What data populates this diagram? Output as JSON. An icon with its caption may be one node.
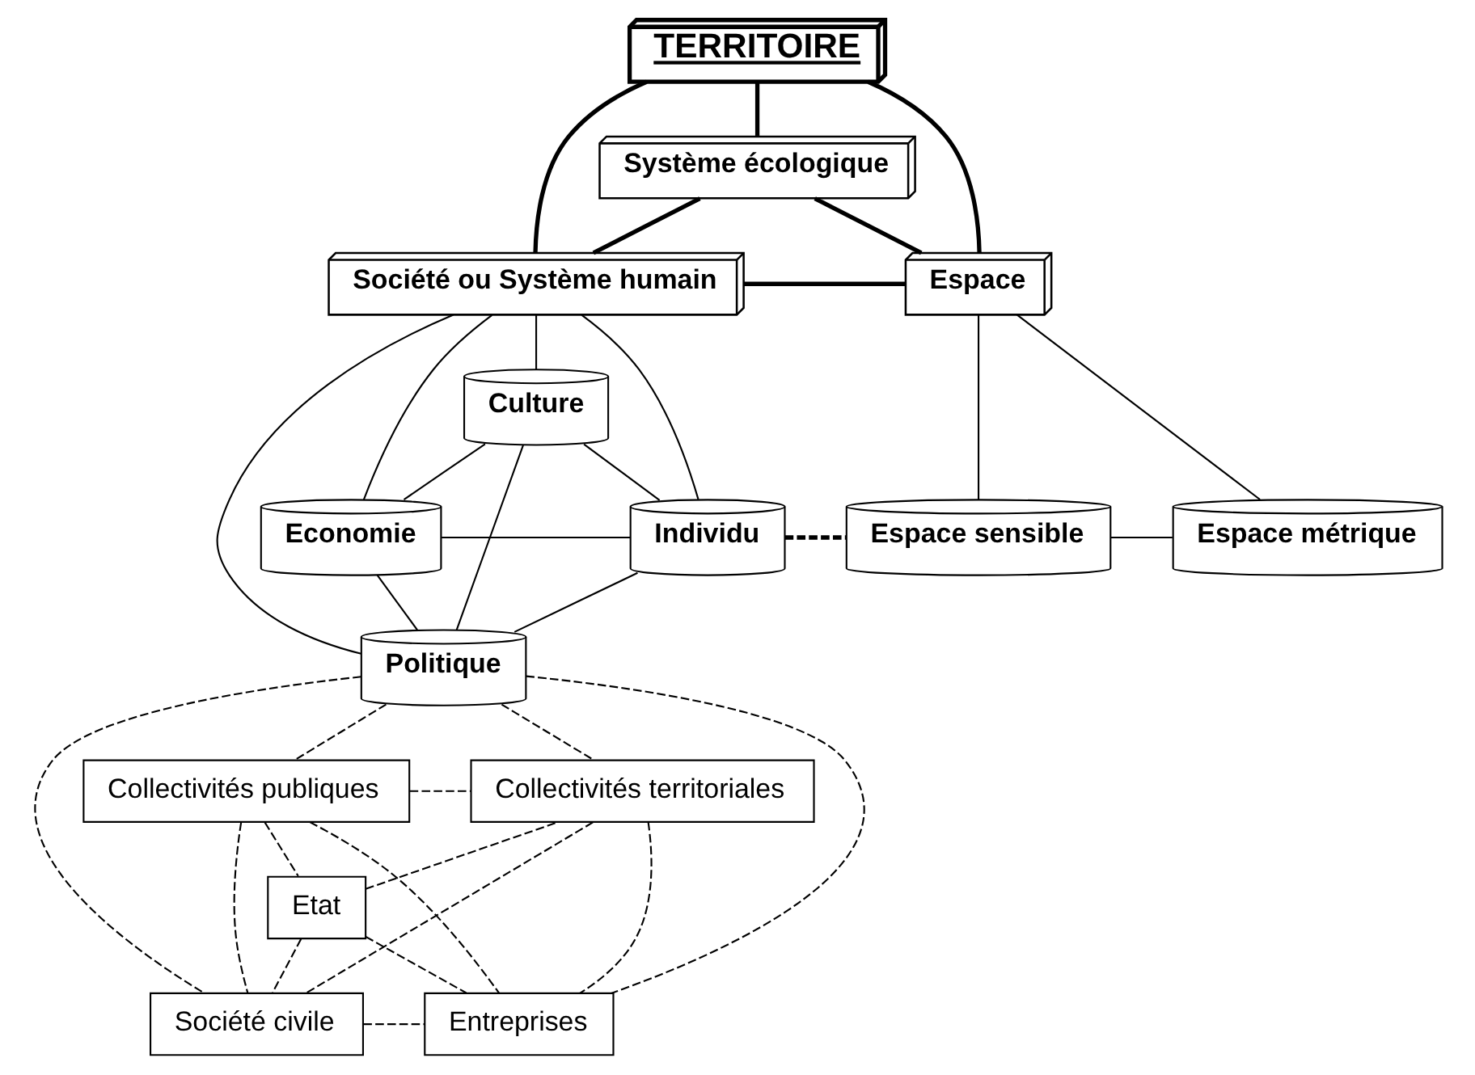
{
  "diagram": {
    "nodes": [
      {
        "text": [
          "TERRITOIRE"
        ]
      },
      {
        "text": [
          "Système écologique"
        ]
      },
      {
        "text": [
          "Société ou Système humain"
        ]
      },
      {
        "text": [
          "Espace"
        ]
      },
      {
        "text": [
          "Culture"
        ]
      },
      {
        "text": [
          "Economie"
        ]
      },
      {
        "text": [
          "Individu"
        ]
      },
      {
        "text": [
          "Politique"
        ]
      },
      {
        "text": [
          "Espace sensible"
        ]
      },
      {
        "text": [
          "Espace métrique"
        ]
      },
      {
        "text": [
          "Etat"
        ]
      },
      {
        "text": [
          "Collectivités publiques"
        ]
      },
      {
        "text": [
          "Collectivités territoriales"
        ]
      },
      {
        "text": [
          "Société civile"
        ]
      },
      {
        "text": [
          "Entreprises"
        ]
      }
    ],
    "edges": [
      {
        "from": 0,
        "to": 2,
        "arrow": "none",
        "style": "thick"
      },
      {
        "from": 0,
        "to": 1,
        "arrow": "none",
        "style": "thick"
      },
      {
        "from": 0,
        "to": 3,
        "arrow": "none",
        "style": "thick"
      },
      {
        "from": 1,
        "to": 2,
        "arrow": "none",
        "style": "thick"
      },
      {
        "from": 1,
        "to": 3,
        "arrow": "none",
        "style": "thick"
      },
      {
        "from": 2,
        "to": 3,
        "arrow": "none",
        "style": "thick"
      },
      {
        "from": 2,
        "to": 5,
        "arrow": "none"
      },
      {
        "from": 2,
        "to": 7,
        "arrow": "none"
      },
      {
        "from": 2,
        "to": 4,
        "arrow": "none"
      },
      {
        "from": 2,
        "to": 6,
        "arrow": "none"
      },
      {
        "from": 4,
        "to": 5,
        "arrow": "none"
      },
      {
        "from": 4,
        "to": 7,
        "arrow": "none"
      },
      {
        "from": 4,
        "to": 6,
        "arrow": "none"
      },
      {
        "from": 5,
        "to": 6,
        "arrow": "none"
      },
      {
        "from": 5,
        "to": 7,
        "arrow": "none"
      },
      {
        "from": 7,
        "to": 6,
        "arrow": "none"
      },
      {
        "from": 3,
        "to": 8,
        "arrow": "none"
      },
      {
        "from": 3,
        "to": 9,
        "arrow": "none"
      },
      {
        "from": 8,
        "to": 9,
        "arrow": "none"
      },
      {
        "from": 6,
        "to": 8,
        "arrow": "none",
        "style": "dashed"
      },
      {
        "from": 7,
        "to": 11,
        "arrow": "none",
        "style": "dashed"
      },
      {
        "from": 7,
        "to": 13,
        "arrow": "none",
        "style": "dashed"
      },
      {
        "from": 7,
        "to": 14,
        "arrow": "none",
        "style": "dashed"
      },
      {
        "from": 7,
        "to": 12,
        "arrow": "none",
        "style": "dashed"
      },
      {
        "from": 11,
        "to": 10,
        "arrow": "none",
        "style": "dashed"
      },
      {
        "from": 11,
        "to": 12,
        "arrow": "none",
        "style": "dashed"
      },
      {
        "from": 11,
        "to": 14,
        "arrow": "none",
        "style": "dashed"
      },
      {
        "from": 11,
        "to": 13,
        "arrow": "none",
        "style": "dashed"
      },
      {
        "from": 10,
        "to": 12,
        "arrow": "none",
        "style": "dashed"
      },
      {
        "from": 10,
        "to": 14,
        "arrow": "none",
        "style": "dashed"
      },
      {
        "from": 10,
        "to": 13,
        "arrow": "none",
        "style": "dashed"
      },
      {
        "from": 12,
        "to": 13,
        "arrow": "none",
        "style": "dashed"
      },
      {
        "from": 12,
        "to": 14,
        "arrow": "none",
        "style": "dashed"
      },
      {
        "from": 13,
        "to": 14,
        "arrow": "none",
        "style": "dashed"
      }
    ]
  }
}
